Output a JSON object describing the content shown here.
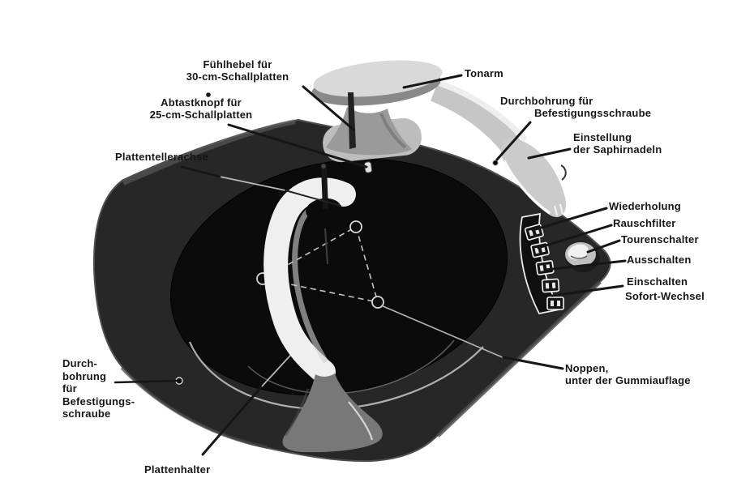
{
  "diagram": {
    "labels": {
      "fuehlhebel": [
        "Fühlhebel für",
        "30-cm-Schallplatten"
      ],
      "abtastknopf": [
        "Abtastknopf für",
        "25-cm-Schallplatten"
      ],
      "tonarm": "Tonarm",
      "durchbohrung_oben": [
        "Durchbohrung für",
        "Befestigungsschraube"
      ],
      "einstellung": [
        "Einstellung",
        "der Saphirnadeln"
      ],
      "plattentellerachse": "Plattentellerachse",
      "wiederholung": "Wiederholung",
      "rauschfilter": "Rauschfilter",
      "tourenschalter": "Tourenschalter",
      "ausschalten": "Ausschalten",
      "einschalten": "Einschalten",
      "sofort_wechsel": "Sofort-Wechsel",
      "noppen": [
        "Noppen,",
        "unter der Gummiauflage"
      ],
      "durchbohrung_links": [
        "Durch-",
        "bohrung",
        "für",
        "Befestigungs-",
        "schraube"
      ],
      "plattenhalter": "Plattenhalter"
    },
    "colors": {
      "background": "#ffffff",
      "ink": "#161616",
      "chassis": "#272727",
      "platter": "#0b0b0b",
      "arm_white": "#efefef",
      "metal_gray": "#c9c9c9"
    }
  }
}
